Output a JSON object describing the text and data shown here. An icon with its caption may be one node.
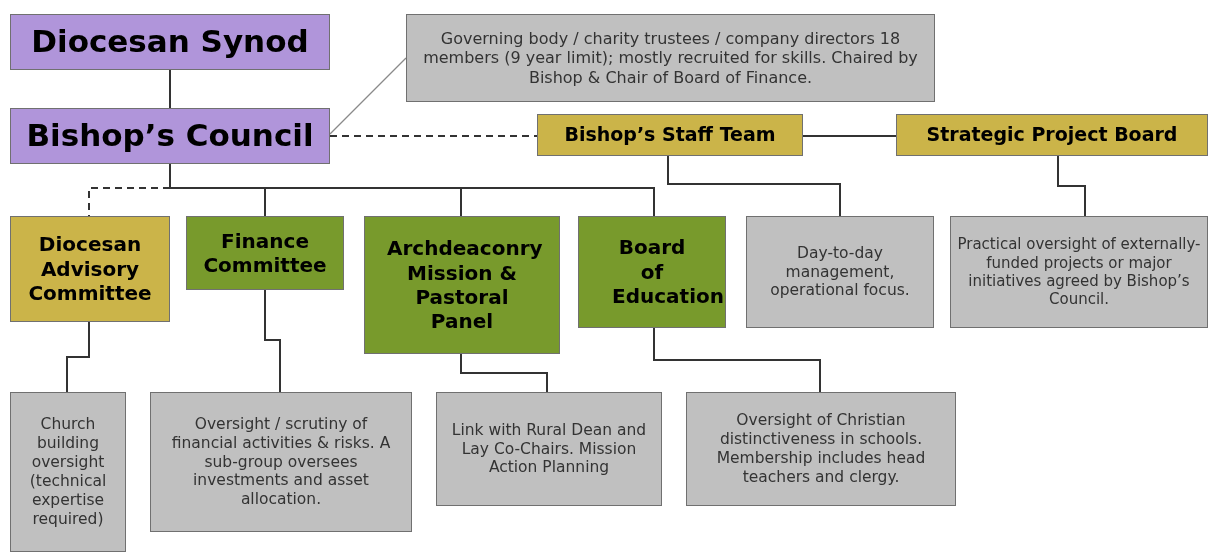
{
  "diagram": {
    "nodes": [
      {
        "text": [
          "Diocesan Synod"
        ]
      },
      {
        "text": [
          "Governing body / charity trustees / company directors 18 members (9 year limit); mostly recruited for skills. Chaired by Bishop & Chair of Board of Finance."
        ]
      },
      {
        "text": [
          "Bishop’s Council"
        ]
      },
      {
        "text": [
          "Bishop’s Staff Team"
        ]
      },
      {
        "text": [
          "Strategic Project Board"
        ]
      },
      {
        "text": [
          "Diocesan Advisory Committee"
        ]
      },
      {
        "text": [
          "Finance Committee"
        ]
      },
      {
        "text": [
          "Archdeaconry Mission & Pastoral Panel"
        ]
      },
      {
        "text": [
          "Board of Education"
        ]
      },
      {
        "text": [
          "Day-to-day management, operational focus."
        ]
      },
      {
        "text": [
          "Practical oversight of externally-funded projects or major initiatives agreed by Bishop’s Council."
        ]
      },
      {
        "text": [
          "Church building oversight (technical expertise required)"
        ]
      },
      {
        "text": [
          "Oversight / scrutiny of financial activities & risks. A sub-group oversees investments and asset allocation."
        ]
      },
      {
        "text": [
          "Link with Rural Dean and Lay Co-Chairs. Mission Action Planning"
        ]
      },
      {
        "text": [
          "Oversight of Christian distinctiveness in schools. Membership includes head teachers and clergy."
        ]
      }
    ],
    "edges": [
      {
        "from": 0,
        "to": 2,
        "arrow": "none"
      },
      {
        "from": 2,
        "to": 1,
        "arrow": "none",
        "color": "#8a8a8a"
      },
      {
        "from": 2,
        "to": 3,
        "arrow": "none",
        "style": "dashed"
      },
      {
        "from": 3,
        "to": 4,
        "arrow": "none"
      },
      {
        "from": 2,
        "to": 5,
        "arrow": "none",
        "style": "dashed"
      },
      {
        "from": 2,
        "to": 6,
        "arrow": "none"
      },
      {
        "from": 2,
        "to": 7,
        "arrow": "none"
      },
      {
        "from": 2,
        "to": 8,
        "arrow": "none"
      },
      {
        "from": 3,
        "to": 9,
        "arrow": "none"
      },
      {
        "from": 4,
        "to": 10,
        "arrow": "none"
      },
      {
        "from": 5,
        "to": 11,
        "arrow": "none"
      },
      {
        "from": 6,
        "to": 12,
        "arrow": "none"
      },
      {
        "from": 7,
        "to": 13,
        "arrow": "none"
      },
      {
        "from": 8,
        "to": 14,
        "arrow": "none"
      }
    ]
  }
}
